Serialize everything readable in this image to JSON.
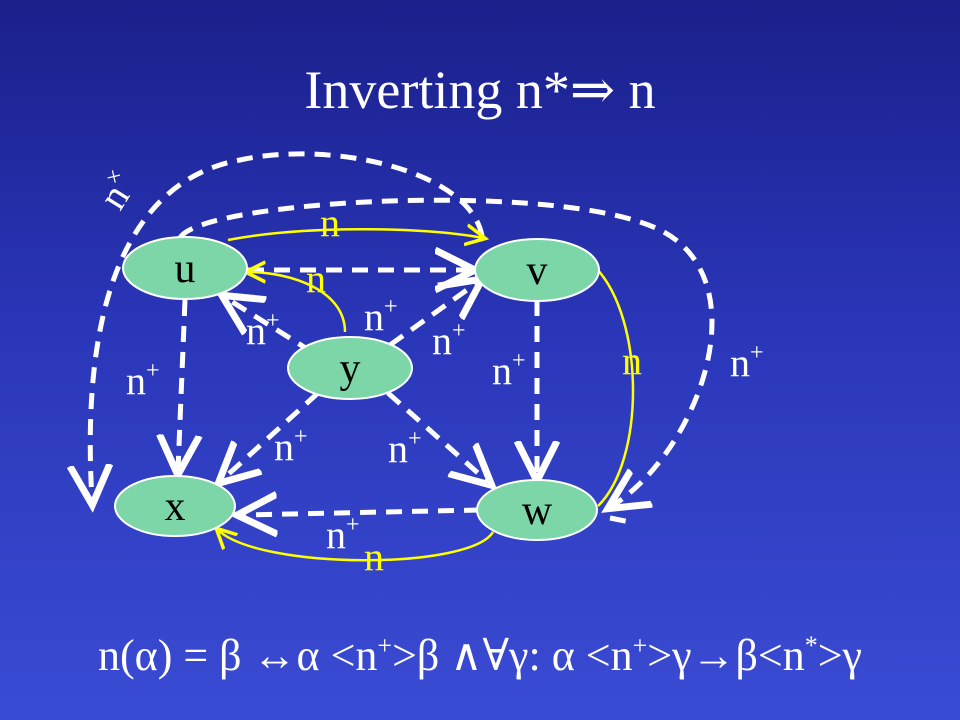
{
  "title": {
    "base": "Inverting n*",
    "arrow": "⇒",
    "target": "n"
  },
  "nodes": {
    "u": "u",
    "v": "v",
    "y": "y",
    "x": "x",
    "w": "w"
  },
  "labels": {
    "n_base": "n",
    "plus": "+",
    "times": "×",
    "n_uv": "n",
    "n_yu": "n",
    "n_vw": "n",
    "n_wx": "n"
  },
  "formula": {
    "lhs": "n(α) = β ↔α <n",
    "sup1": "+",
    "mid": ">β ∧∀γ: α <n",
    "sup2": "+",
    "mid2": ">γ→β<n",
    "sup3": "*",
    "end": ">γ"
  },
  "colors": {
    "background": "#2a36b8",
    "node_fill": "#7dd6a8",
    "yellow": "#ffff00",
    "white": "#ffffff"
  }
}
